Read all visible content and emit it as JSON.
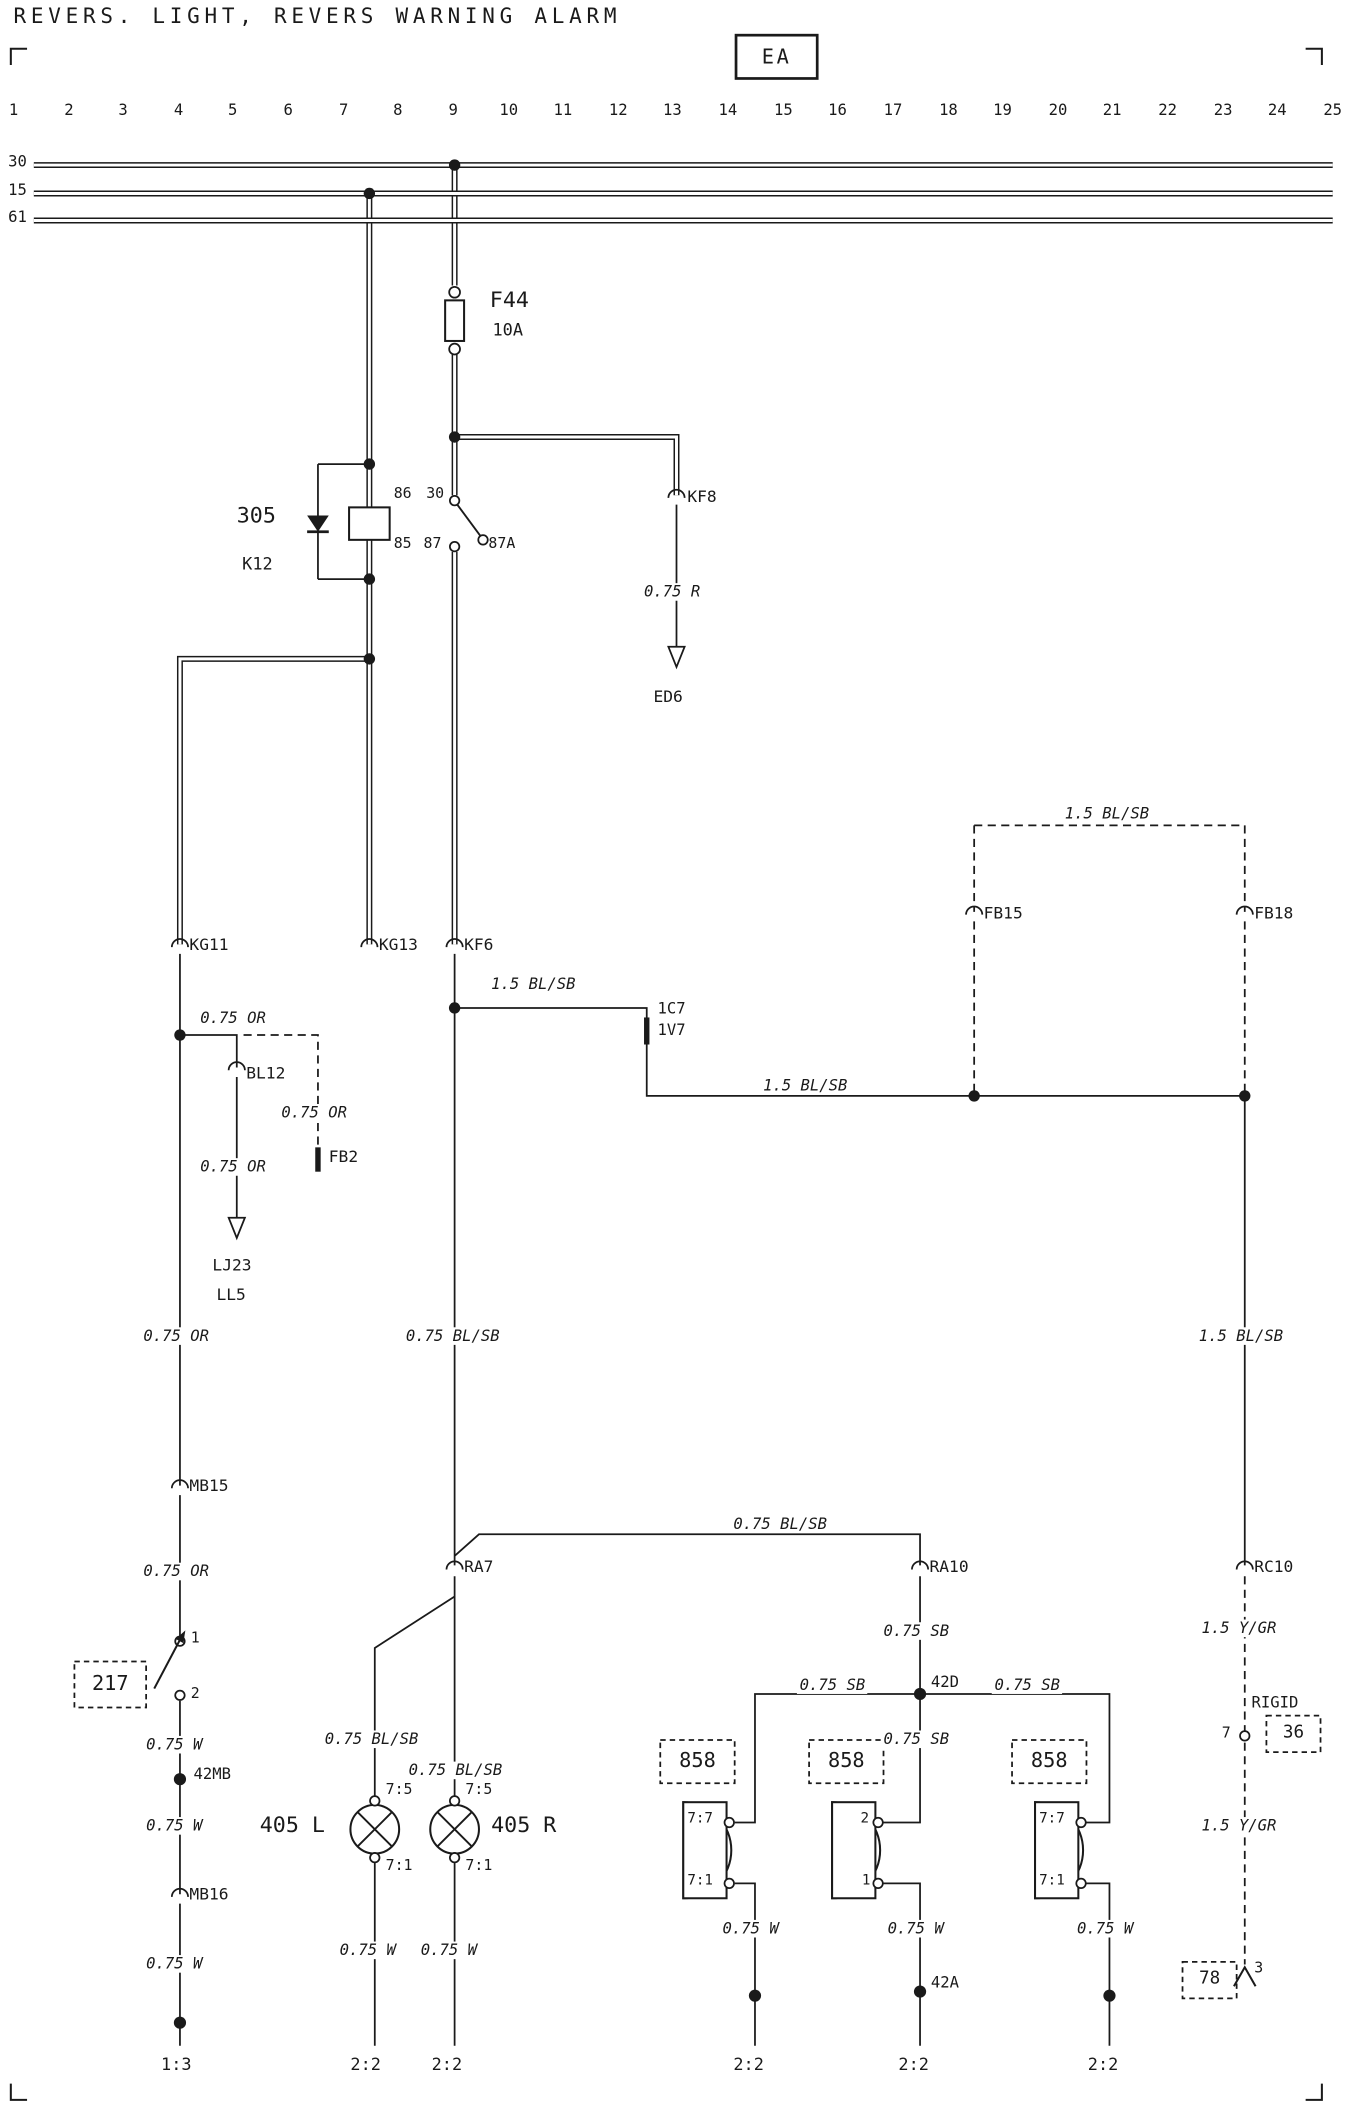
{
  "header": {
    "title": "REVERS. LIGHT, REVERS WARNING ALARM",
    "section": "EA"
  },
  "ruler": [
    "1",
    "2",
    "3",
    "4",
    "5",
    "6",
    "7",
    "8",
    "9",
    "10",
    "11",
    "12",
    "13",
    "14",
    "15",
    "16",
    "17",
    "18",
    "19",
    "20",
    "21",
    "22",
    "23",
    "24",
    "25"
  ],
  "buses": {
    "b30": "30",
    "b15": "15",
    "b61": "61"
  },
  "fuse": {
    "name": "F44",
    "rating": "10A"
  },
  "relay": {
    "name": "305",
    "code": "K12",
    "pin86": "86",
    "pin85": "85",
    "pin30": "30",
    "pin87": "87",
    "pin87a": "87A"
  },
  "connectors": {
    "kf8": "KF8",
    "kg11": "KG11",
    "kg13": "KG13",
    "kf6": "KF6",
    "fb15": "FB15",
    "fb18": "FB18",
    "bl12": "BL12",
    "fb2": "FB2",
    "c1c7": "1C7",
    "c1v7": "1V7",
    "mb15": "MB15",
    "mb16": "MB16",
    "ra7": "RA7",
    "ra10": "RA10",
    "rc10": "RC10",
    "c36": "36",
    "c36_pin": "7",
    "rigid": "RIGID"
  },
  "splices": {
    "s42mb": "42MB",
    "s42d": "42D",
    "s42a": "42A"
  },
  "wires": {
    "or": "0.75 OR",
    "r": "0.75 R",
    "w": "0.75 W",
    "sb": "0.75 SB",
    "blsb075": "0.75 BL/SB",
    "blsb15": "1.5 BL/SB",
    "ygr15": "1.5 Y/GR"
  },
  "components": {
    "lamp_left": "405 L",
    "lamp_right": "405 R",
    "lamp_pin_top": "7:5",
    "lamp_pin_bottom": "7:1",
    "buzzer": "858",
    "buzzer_pin_top": "7:7",
    "buzzer_pin_bottom": "7:1",
    "buzzer2_pin_top": "2",
    "buzzer2_pin_bottom": "1",
    "switch": "217",
    "switch_pin1": "1",
    "switch_pin2": "2",
    "comp78": "78",
    "comp78_pin": "3"
  },
  "destinations": {
    "ed6": "ED6",
    "lj23": "LJ23",
    "ll5": "LL5"
  },
  "grounds": {
    "g1": "1:3",
    "g2": "2:2"
  }
}
